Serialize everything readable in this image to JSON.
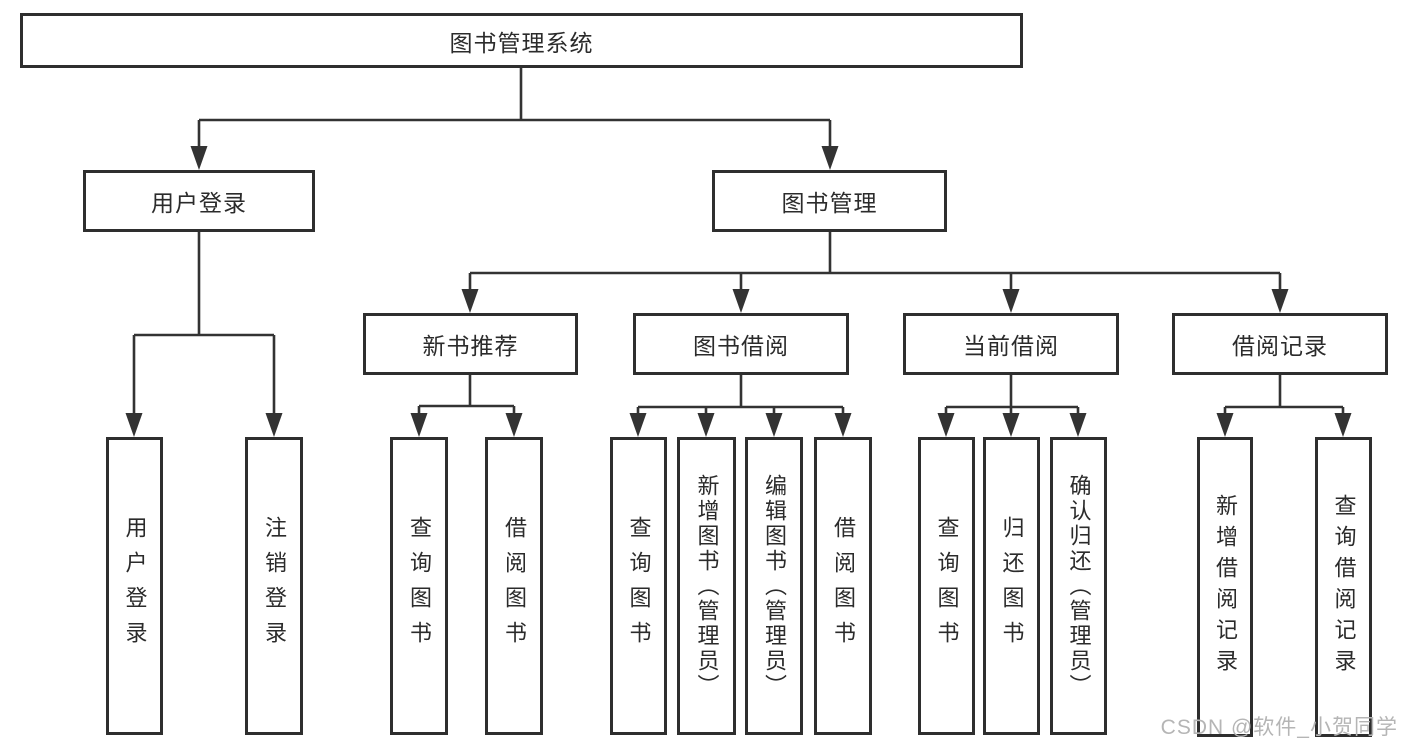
{
  "diagram": {
    "root": {
      "label": "图书管理系统"
    },
    "level2": [
      {
        "id": "user-login",
        "label": "用户登录"
      },
      {
        "id": "book-management",
        "label": "图书管理"
      }
    ],
    "level3": [
      {
        "id": "new-book-recommend",
        "label": "新书推荐",
        "parent": "book-management"
      },
      {
        "id": "book-borrow",
        "label": "图书借阅",
        "parent": "book-management"
      },
      {
        "id": "current-borrow",
        "label": "当前借阅",
        "parent": "book-management"
      },
      {
        "id": "borrow-records",
        "label": "借阅记录",
        "parent": "book-management"
      }
    ],
    "leaves": [
      {
        "label": "用户登录",
        "parent": "user-login"
      },
      {
        "label": "注销登录",
        "parent": "user-login"
      },
      {
        "label": "查询图书",
        "parent": "new-book-recommend"
      },
      {
        "label": "借阅图书",
        "parent": "new-book-recommend"
      },
      {
        "label": "查询图书",
        "parent": "book-borrow"
      },
      {
        "label": "新增图书（管理员）",
        "parent": "book-borrow"
      },
      {
        "label": "编辑图书（管理员）",
        "parent": "book-borrow"
      },
      {
        "label": "借阅图书",
        "parent": "book-borrow"
      },
      {
        "label": "查询图书",
        "parent": "current-borrow"
      },
      {
        "label": "归还图书",
        "parent": "current-borrow"
      },
      {
        "label": "确认归还（管理员）",
        "parent": "current-borrow"
      },
      {
        "label": "新增借阅记录",
        "parent": "borrow-records"
      },
      {
        "label": "查询借阅记录",
        "parent": "borrow-records"
      }
    ]
  },
  "watermark": "CSDN @软件_小贺同学",
  "colors": {
    "line": "#333333",
    "box_border": "#2e2e2e",
    "text": "#2b2b2b",
    "watermark": "#b5b5b5",
    "background": "#ffffff"
  }
}
